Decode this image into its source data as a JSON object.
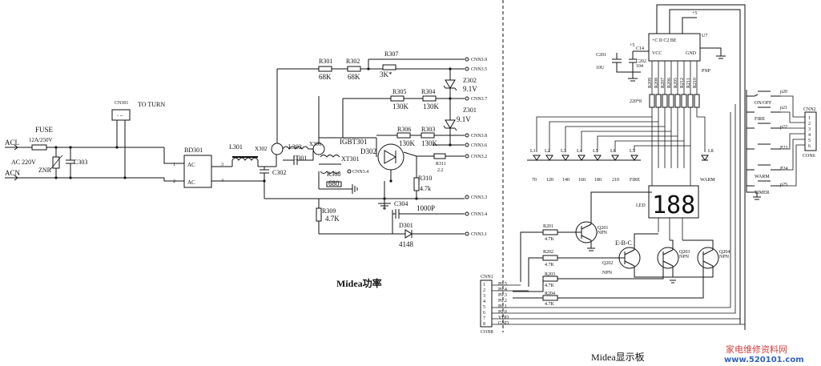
{
  "power_board": {
    "caption": "Midea功率",
    "acl": "ACL",
    "acn": "ACN",
    "ac_voltage": "AC 220V",
    "fuse_label": "FUSE",
    "fuse_rating": "12A/250V",
    "znr": "ZNR",
    "c303": "C303",
    "cn301": "CN301",
    "to_turn": "TO TURN",
    "bd301": "BD301",
    "bd_ac1": "AC",
    "bd_ac2": "AC",
    "bd_pins": [
      "1",
      "2",
      "3",
      "4"
    ],
    "l301": "L301",
    "x302": "X302",
    "l302": "L302",
    "x301": "X301",
    "c301": "C301",
    "c302": "C302",
    "xt301": "XT301",
    "r301": "R301",
    "r301_val": "68K",
    "r302": "R302",
    "r302_val": "68K",
    "r307": "R307",
    "r307_val": "3K*",
    "r305": "R305",
    "r305_val": "130K",
    "r304": "R304",
    "r304_val": "130K",
    "r306": "R306",
    "r306_val": "130K",
    "r303": "R303",
    "r303_val": "130K",
    "z302": "Z302",
    "z302_val": "9.1V",
    "z301": "Z301",
    "z301_val": "9.1V",
    "igbt": "IGBT301",
    "d302": "D302",
    "r311": "R311",
    "r311_val": "2.2",
    "r308": "R308",
    "r308_val": "680",
    "r310": "R310",
    "r310_val": "4.7k",
    "r309": "R309",
    "r309_val": "4.7K",
    "c304": "C304",
    "c304_val": "1000P",
    "d301": "D301",
    "d301_val": "4148",
    "connectors": [
      "CNN3.9",
      "CNN3.5",
      "CNN3.7",
      "CNN3.8",
      "CNN3.6",
      "CNN3.2",
      "CNN3.4",
      "CNN3.3",
      "CNN3.4",
      "CNN3.1"
    ]
  },
  "display_board": {
    "caption": "Midea显示板",
    "chip_vcc": "VCC",
    "chip_gnd": "GND",
    "chip_pnp": "PNP",
    "chip_u7": "U7",
    "chip_top_pins": "+C  II  C2  BE",
    "v5": "+5",
    "c201": "C201",
    "c201_val": "10U",
    "c202": "C202",
    "c202_val": "104",
    "c14": "C14",
    "r_array": "220*8",
    "r_chip_labels": [
      "R209",
      "R208",
      "R207",
      "R206",
      "R205",
      "R212",
      "R211",
      "R210"
    ],
    "leds": [
      "L1",
      "L2",
      "L3",
      "L4",
      "L5",
      "L6",
      "L7",
      "L8"
    ],
    "led_values": [
      "70",
      "120",
      "140",
      "160",
      "180",
      "210",
      "FIRE",
      "WARM"
    ],
    "seg_label": "LED",
    "seg_digits": "188",
    "q201": "Q201",
    "q201_type": "NPN",
    "q202": "Q202",
    "q202_type": "NPN",
    "q203": "Q203",
    "q203_type": "NPN",
    "q204": "Q204",
    "q204_type": "NPN",
    "ebc": "E-B-C",
    "r201": "R201",
    "r201_val": "4.7K",
    "r202": "R202",
    "r202_val": "4.7K",
    "r203": "R203",
    "r203_val": "4.7K",
    "r204": "R204",
    "r204_val": "4.7K",
    "cnn1": "CNN1",
    "cnn1_pins": [
      "1",
      "2",
      "3",
      "4",
      "5",
      "6",
      "7",
      "8"
    ],
    "cnn1_signals": [
      "P0.5",
      "P0.4",
      "P0.3",
      "P0.2",
      "P0.1",
      "P0.0",
      "VDD",
      "GND"
    ],
    "cnn1_suffix": "CON8",
    "keys": [
      "p20",
      "p21",
      "p22",
      "P23",
      "P24",
      "p25"
    ],
    "key_names": [
      "ON/OFF",
      "FIRE",
      "",
      "",
      "WARM",
      "TIMER"
    ],
    "cnn2": "CNN2",
    "cnn2_pins": [
      "1",
      "2",
      "3",
      "4",
      "5",
      "6"
    ],
    "cnn2_suffix": "CON6"
  },
  "watermark": {
    "text": "家电维修资料网",
    "url": "www.520101.com"
  }
}
